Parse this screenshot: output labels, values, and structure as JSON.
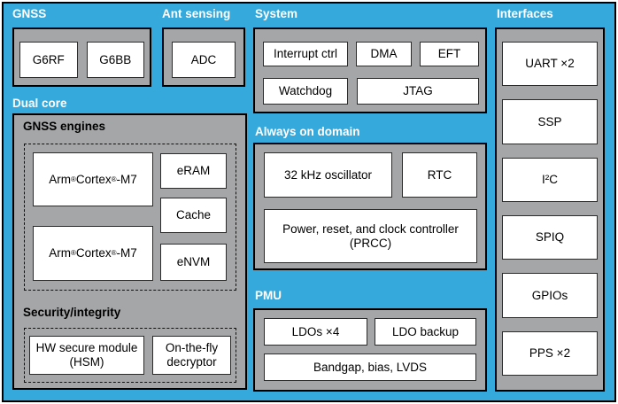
{
  "colors": {
    "background": "#35A9DC",
    "panel": "#A5A6A8",
    "box": "#FFFFFF",
    "frame-border": "#000000",
    "box-border": "#2B2B2B",
    "label-on-background": "#FFFFFF",
    "label-on-panel": "#000000"
  },
  "sections": {
    "gnss": {
      "label": "GNSS",
      "blocks": [
        "G6RF",
        "G6BB"
      ]
    },
    "ant_sensing": {
      "label": "Ant sensing",
      "blocks": [
        "ADC"
      ]
    },
    "system": {
      "label": "System",
      "row1": [
        "Interrupt ctrl",
        "DMA",
        "EFT"
      ],
      "row2": [
        "Watchdog",
        "JTAG"
      ]
    },
    "interfaces": {
      "label": "Interfaces",
      "blocks": [
        "UART ×2",
        "SSP",
        "I²C",
        "SPIQ",
        "GPIOs",
        "PPS ×2"
      ]
    },
    "dual_core": {
      "label": "Dual core",
      "gnss_engines": {
        "label": "GNSS engines",
        "cores": [
          "Arm® Cortex®-M7",
          "Arm® Cortex®-M7"
        ],
        "memories": [
          "eRAM",
          "Cache",
          "eNVM"
        ]
      },
      "security": {
        "label": "Security/integrity",
        "blocks": [
          "HW secure module (HSM)",
          "On-the-fly decryptor"
        ]
      }
    },
    "always_on": {
      "label": "Always on domain",
      "row1": [
        "32 kHz oscillator",
        "RTC"
      ],
      "row2": [
        "Power, reset, and clock controller (PRCC)"
      ]
    },
    "pmu": {
      "label": "PMU",
      "row1": [
        "LDOs ×4",
        "LDO backup"
      ],
      "row2": [
        "Bandgap, bias, LVDS"
      ]
    }
  }
}
